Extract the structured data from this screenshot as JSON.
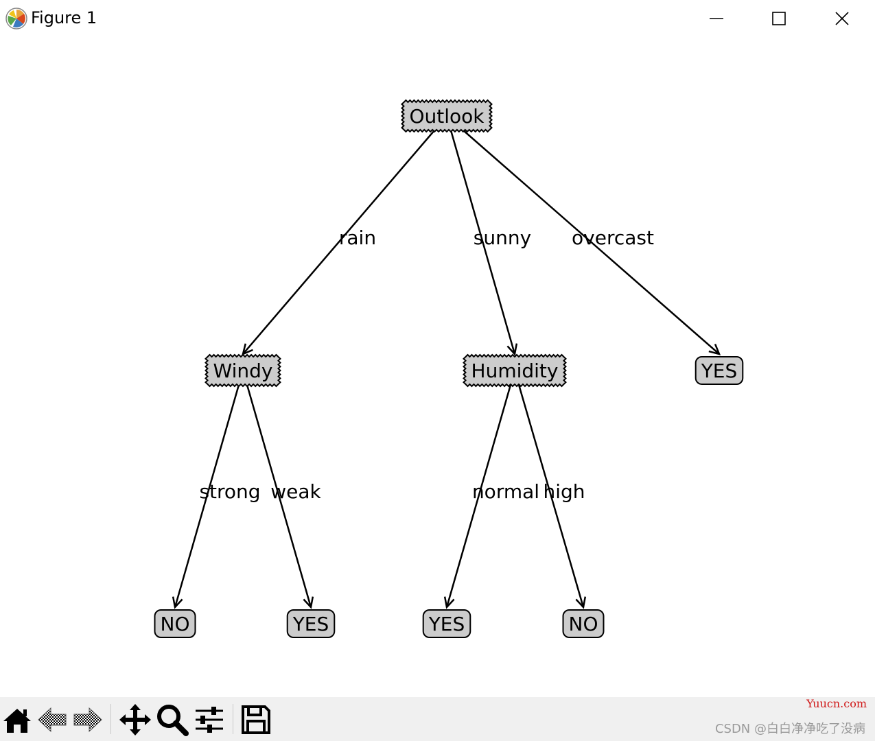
{
  "window": {
    "title": "Figure 1",
    "minimize_icon": "minimize-icon",
    "maximize_icon": "maximize-icon",
    "close_icon": "close-icon"
  },
  "tree": {
    "nodes": [
      {
        "id": "outlook",
        "label": "Outlook",
        "kind": "decision"
      },
      {
        "id": "windy",
        "label": "Windy",
        "kind": "decision"
      },
      {
        "id": "humidity",
        "label": "Humidity",
        "kind": "decision"
      },
      {
        "id": "yes-overcast",
        "label": "YES",
        "kind": "leaf"
      },
      {
        "id": "no-strong",
        "label": "NO",
        "kind": "leaf"
      },
      {
        "id": "yes-weak",
        "label": "YES",
        "kind": "leaf"
      },
      {
        "id": "yes-normal",
        "label": "YES",
        "kind": "leaf"
      },
      {
        "id": "no-high",
        "label": "NO",
        "kind": "leaf"
      }
    ],
    "edges": [
      {
        "from": "outlook",
        "to": "windy",
        "label": "rain"
      },
      {
        "from": "outlook",
        "to": "humidity",
        "label": "sunny"
      },
      {
        "from": "outlook",
        "to": "yes-overcast",
        "label": "overcast"
      },
      {
        "from": "windy",
        "to": "no-strong",
        "label": "strong"
      },
      {
        "from": "windy",
        "to": "yes-weak",
        "label": "weak"
      },
      {
        "from": "humidity",
        "to": "yes-normal",
        "label": "normal"
      },
      {
        "from": "humidity",
        "to": "no-high",
        "label": "high"
      }
    ],
    "colors": {
      "node_fill": "#cccccc",
      "stroke": "#000000"
    }
  },
  "toolbar": {
    "items": [
      {
        "id": "home",
        "icon": "home-icon"
      },
      {
        "id": "back",
        "icon": "back-arrow-icon"
      },
      {
        "id": "forward",
        "icon": "forward-arrow-icon"
      },
      {
        "id": "pan",
        "icon": "pan-icon"
      },
      {
        "id": "zoom",
        "icon": "zoom-icon"
      },
      {
        "id": "configure",
        "icon": "configure-subplots-icon"
      },
      {
        "id": "save",
        "icon": "save-icon"
      }
    ]
  },
  "watermark": {
    "top": "Yuucn.com",
    "bottom": "CSDN @白白净净吃了没病"
  }
}
